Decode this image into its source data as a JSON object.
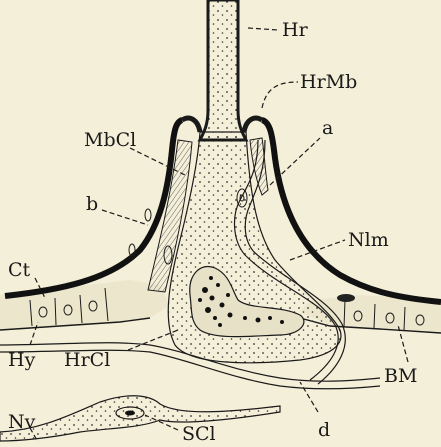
{
  "labels": {
    "hr": "Hr",
    "hrmb": "HrMb",
    "mbcl": "MbCl",
    "a": "a",
    "b": "b",
    "nlm": "Nlm",
    "ct": "Ct",
    "hy": "Hy",
    "hrcl": "HrCl",
    "bm": "BM",
    "nv": "Nv",
    "scl": "SCl",
    "d": "d"
  },
  "colors": {
    "background": "#f4efd8",
    "ink": "#1a1a1a",
    "stipple_fill": "#d8d2ba"
  }
}
